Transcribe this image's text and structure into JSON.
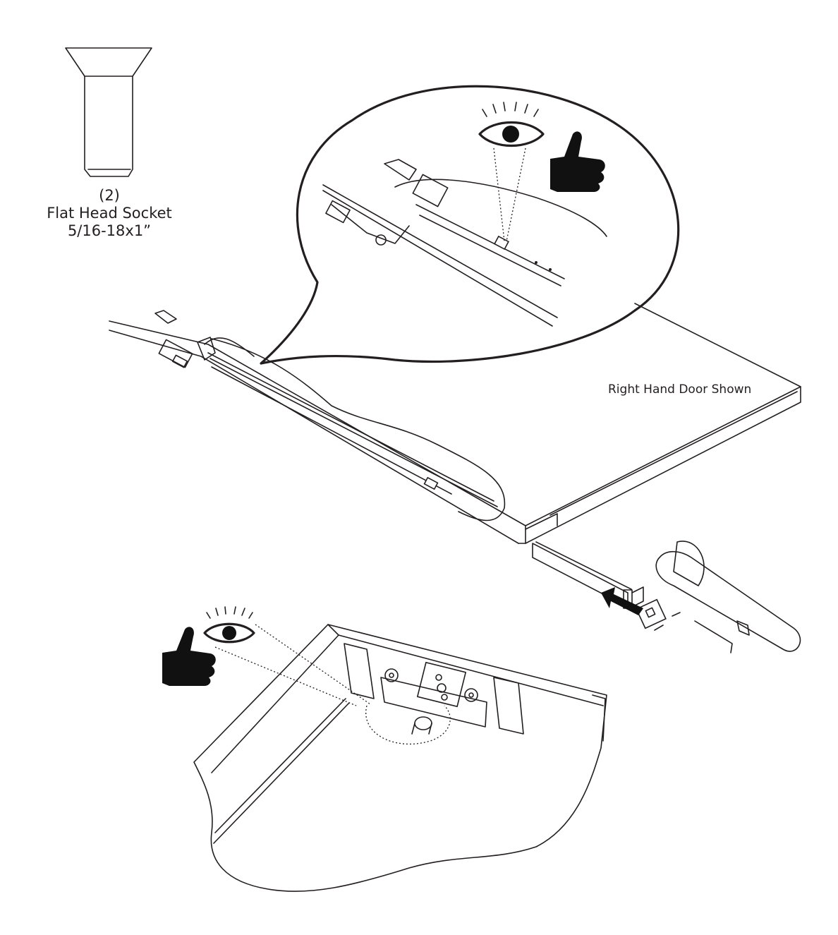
{
  "hardware": {
    "quantity": "(2)",
    "name": "Flat Head Socket",
    "size": "5/16-18x1”"
  },
  "note": "Right Hand Door Shown",
  "icons": [
    "eye-icon",
    "thumbs-up-icon",
    "flashlight-icon",
    "push-arrow-icon"
  ]
}
